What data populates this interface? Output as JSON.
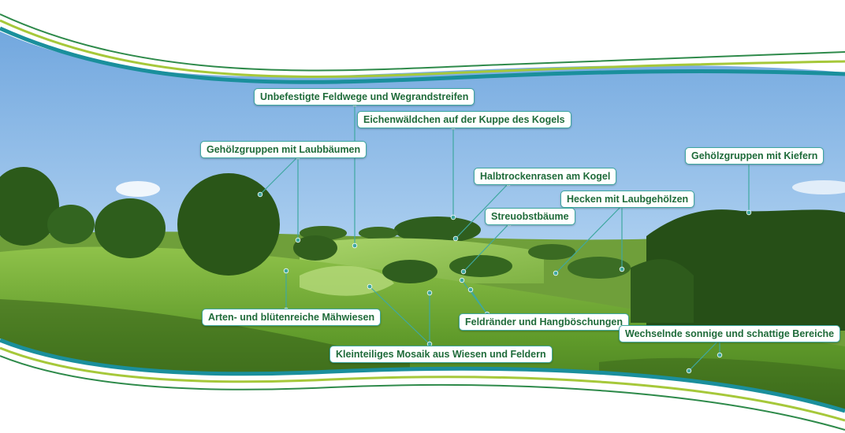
{
  "labels": {
    "feldwege": "Unbefestigte Feldwege und Wegrandstreifen",
    "eichenwaeldchen": "Eichenwäldchen auf der Kuppe des Kogels",
    "laubbaeume": "Gehölzgruppen mit Laubbäumen",
    "kiefern": "Gehölzgruppen mit Kiefern",
    "halbtrockenrasen": "Halbtrockenrasen am Kogel",
    "hecken": "Hecken mit Laubgehölzen",
    "streuobst": "Streuobstbäume",
    "maehwiesen": "Arten- und blütenreiche Mähwiesen",
    "feldraender": "Feldränder und Hangböschungen",
    "wechselnd": "Wechselnde sonnige und schattige Bereiche",
    "mosaik": "Kleinteiliges Mosaik aus Wiesen und Feldern"
  },
  "colors": {
    "label_text": "#1f6b3a",
    "label_border": "#3fa8a0",
    "leader_line": "#3fa8a0",
    "wave_teal": "#1a8f9c",
    "wave_lime": "#a6c83a",
    "wave_green": "#2e8a4a"
  }
}
